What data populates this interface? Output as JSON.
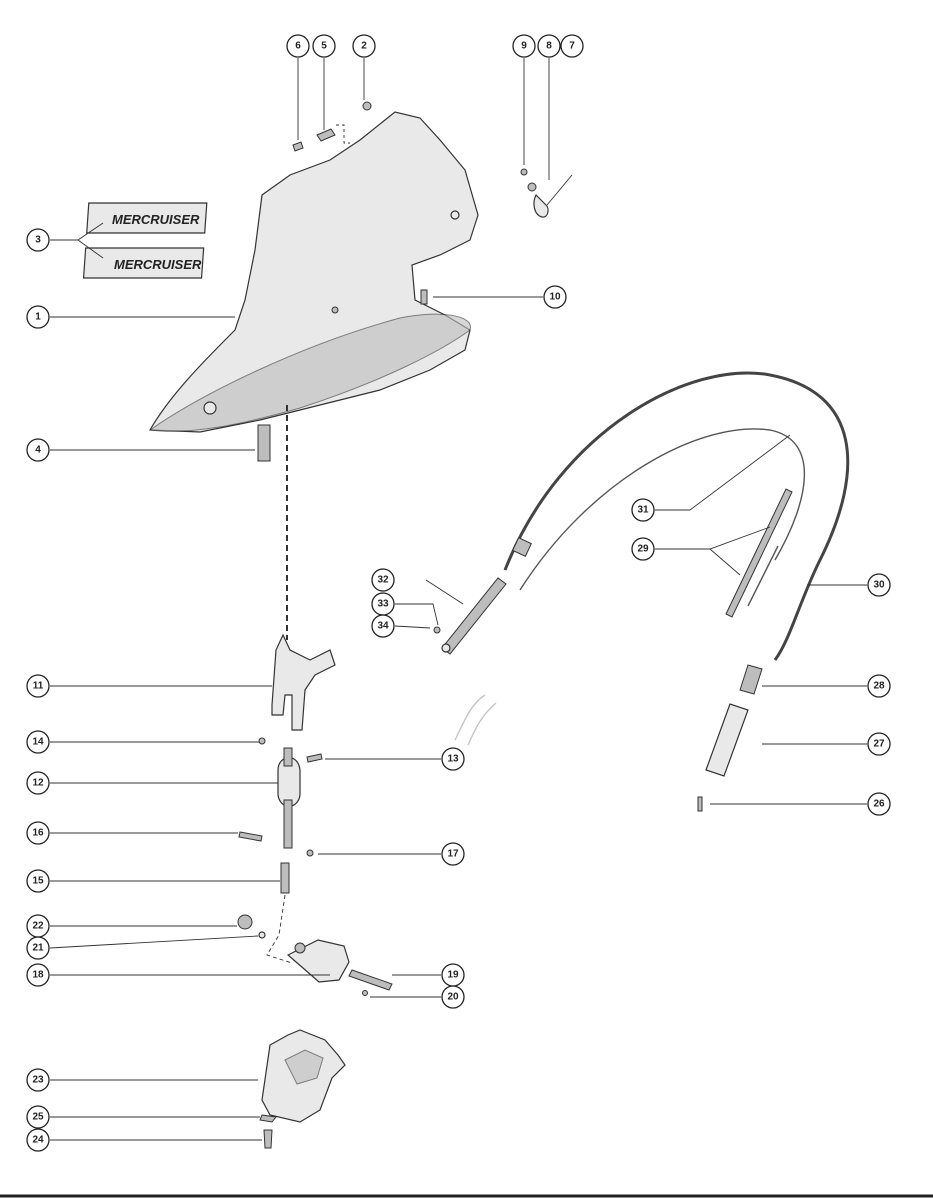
{
  "diagram": {
    "decal_text": "MERCRUISER",
    "callouts": {
      "c1": "1",
      "c2": "2",
      "c3": "3",
      "c4": "4",
      "c5": "5",
      "c6": "6",
      "c7": "7",
      "c8": "8",
      "c9": "9",
      "c10": "10",
      "c11": "11",
      "c12": "12",
      "c13": "13",
      "c14": "14",
      "c15": "15",
      "c16": "16",
      "c17": "17",
      "c18": "18",
      "c19": "19",
      "c20": "20",
      "c21": "21",
      "c22": "22",
      "c23": "23",
      "c24": "24",
      "c25": "25",
      "c26": "26",
      "c27": "27",
      "c28": "28",
      "c29": "29",
      "c30": "30",
      "c31": "31",
      "c32": "32",
      "c33": "33",
      "c34": "34"
    }
  }
}
